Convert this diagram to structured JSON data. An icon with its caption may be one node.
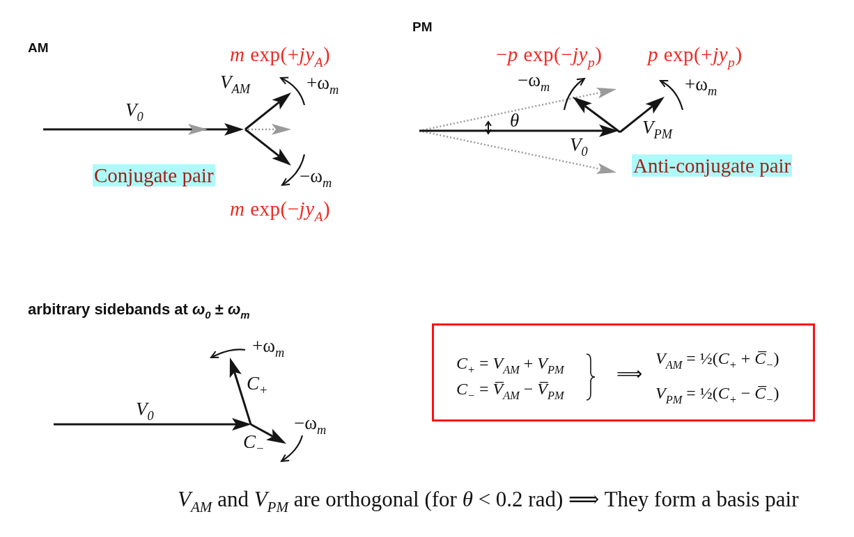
{
  "diagram": {
    "caption": "*V*$_{AM}$ and *V*$_{PM}$ are orthogonal (for *θ* < 0.2 rad) ⟹ They form a basis pair",
    "nodes": [
      {
        "text": [
          "Conjugate pair"
        ]
      },
      {
        "text": [
          "Anti-conjugate pair"
        ]
      },
      {
        "text": [
          "*C*$_{+}$ = *V*$_{AM}$ + *V*$_{PM}$",
          "*C*$_{−}$ = *V̅*$_{AM}$ − *V̅*$_{PM}$",
          "⟹",
          "*V*$_{AM}$ = ½(*C*$_{+}$ + *C̅*$_{−}$)",
          "*V*$_{PM}$ = ½(*C*$_{+}$ − *C̅*$_{−}$)"
        ]
      }
    ],
    "labels": [
      "AM",
      "*m* exp(+*jy*$_{A}$)",
      "*V*$_{AM}$",
      "+ω$_{m}$",
      "*V*$_{0}$",
      "−ω$_{m}$",
      "*m* exp(−*jy*$_{A}$)",
      "PM",
      "−*p* exp(−*jy*$_{p}$)",
      "*p* exp(+*jy*$_{p}$)",
      "−ω$_{m}$",
      "+ω$_{m}$",
      "*θ*",
      "*V*$_{PM}$",
      "*V*$_{0}$",
      "arbitrary sidebands at *ω*$_{0}$ ± *ω*$_{m}$",
      "+ω$_{m}$",
      "*C*$_{+}$",
      "*V*$_{0}$",
      "−ω$_{m}$",
      "*C*$_{−}$"
    ]
  }
}
